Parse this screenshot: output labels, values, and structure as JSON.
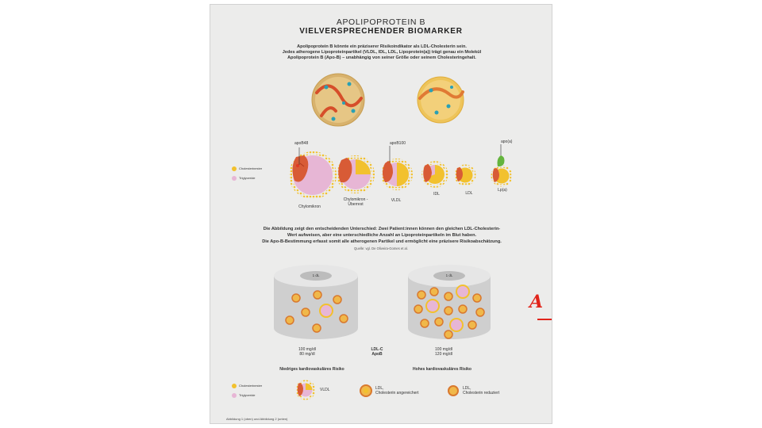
{
  "header": {
    "title_line1": "APOLIPOPROTEIN B",
    "title_line2": "VIELVERSPRECHENDER BIOMARKER"
  },
  "intro": {
    "line1": "Apolipoprotein B könnte ein präziserer Risikoindikator als LDL-Cholesterin sein.",
    "line2": "Jedes atherogene Lipoproteinpartikel (VLDL, IDL, LDL, Lipoprotein(a)) trägt genau ein Molekül",
    "line3": "Apolipoprotein B (Apo-B) – unabhängig von seiner Größe oder seinem Cholesteringehalt."
  },
  "legend_top": {
    "cholesterol": "Cholesterinester",
    "triglyceride": "Triglyceride"
  },
  "apo_labels": {
    "apob48": "apoB48",
    "apob100": "apoB100",
    "apoa": "apo(a)"
  },
  "particles": {
    "chylomikron": "Chylomikron",
    "remnant_line1": "Chylomikron -",
    "remnant_line2": "Überrest",
    "vldl": "VLDL",
    "idl": "IDL",
    "ldl": "LDL",
    "lpa": "Lp(a)"
  },
  "middle_text": {
    "line1": "Die Abbildung zeigt den entscheidenden Unterschied: Zwei Patient:innen können den gleichen LDL-Cholesterin-",
    "line2": "Wert aufweisen, aber eine unterschiedliche Anzahl an Lipoproteinpartikeln im Blut haben.",
    "line3": "Die Apo-B-Bestimmung erfasst somit alle atherogenen Partikel und ermöglicht eine präzisere Risikoabschätzung.",
    "source": "Quelle: vgl. De Oliveira-Gomes et al."
  },
  "comparison": {
    "left": {
      "volume": "1 dL",
      "ldl_c": "100 mg/dl",
      "apob": "80 mg/dl",
      "risk": "Niedriges kardiovaskuläres Risiko"
    },
    "right": {
      "volume": "1 dL",
      "ldl_c": "100 mg/dl",
      "apob": "120 mg/dl",
      "risk": "Hohes kardiovaskuläres Risiko"
    },
    "center_label1": "LDL-C",
    "center_label2": "ApoB"
  },
  "legend_bottom": {
    "cholesterol": "Cholesterinester",
    "triglyceride": "Triglyceride",
    "vldl": "VLDL",
    "ldl_enriched_line1": "LDL,",
    "ldl_enriched_line2": "Cholesterin angereichert",
    "ldl_reduced_line1": "LDL,",
    "ldl_reduced_line2": "Cholesterin reduziert"
  },
  "footer": "Abbildung 1 (oben) und Abbildung 2 (unten)",
  "brand": {
    "mark": "A",
    "color": "#e1251b"
  },
  "colors": {
    "cholesterol": "#f2c12e",
    "triglyceride": "#e7b6d5",
    "apob": "#e0622f",
    "apoa": "#64b43d"
  }
}
